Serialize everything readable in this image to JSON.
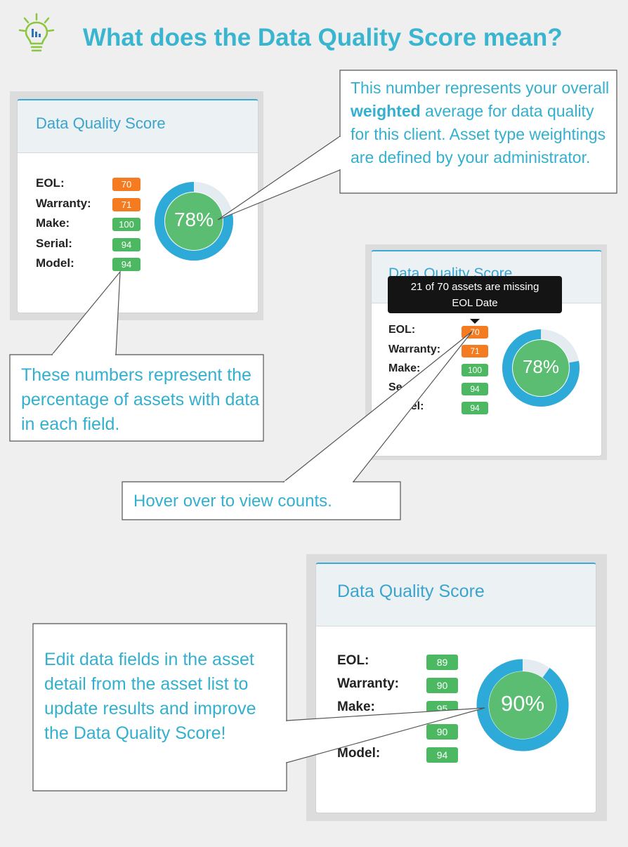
{
  "page": {
    "title": "What does the Data Quality Score mean?",
    "icon": "lightbulb-chart-icon"
  },
  "colors": {
    "accent": "#3ab5cf",
    "ring": "#2eaad9",
    "ring_track": "#e4ebf1",
    "score_fill": "#5bbd72",
    "badge_orange": "#f47b20",
    "badge_green": "#4cb962"
  },
  "card_top": {
    "title": "Data Quality Score",
    "score": "78%",
    "score_value": 78,
    "fields": [
      {
        "label": "EOL:",
        "value": "70",
        "status": "orange"
      },
      {
        "label": "Warranty:",
        "value": "71",
        "status": "orange"
      },
      {
        "label": "Make:",
        "value": "100",
        "status": "green"
      },
      {
        "label": "Serial:",
        "value": "94",
        "status": "green"
      },
      {
        "label": "Model:",
        "value": "94",
        "status": "green"
      }
    ]
  },
  "card_hover": {
    "title": "Data Quality Score",
    "score": "78%",
    "score_value": 78,
    "tooltip_line1": "21 of 70 assets are missing",
    "tooltip_line2": "EOL Date",
    "fields": [
      {
        "label": "EOL:",
        "value": "70",
        "status": "orange"
      },
      {
        "label": "Warranty:",
        "value": "71",
        "status": "orange"
      },
      {
        "label": "Make:",
        "value": "100",
        "status": "green"
      },
      {
        "label": "Se",
        "value": "94",
        "status": "green"
      },
      {
        "label": "del:",
        "value": "94",
        "status": "green"
      }
    ]
  },
  "card_bottom": {
    "title": "Data Quality Score",
    "score": "90%",
    "score_value": 90,
    "fields": [
      {
        "label": "EOL:",
        "value": "89",
        "status": "green"
      },
      {
        "label": "Warranty:",
        "value": "90",
        "status": "green"
      },
      {
        "label": "Make:",
        "value": "95",
        "status": "green"
      },
      {
        "label": "",
        "value": "90",
        "status": "green"
      },
      {
        "label": "Model:",
        "value": "94",
        "status": "green"
      }
    ]
  },
  "callouts": {
    "weighted_prefix": "This number represents your overall ",
    "weighted_bold": "weighted",
    "weighted_suffix": " average for data quality for this client. Asset type weightings are defined by your administrator.",
    "percentages": "These numbers represent the percentage of assets with data in each field.",
    "hover": "Hover over to view counts.",
    "edit": "Edit data fields in the asset detail from the asset list to update results and improve the Data Quality Score!"
  }
}
